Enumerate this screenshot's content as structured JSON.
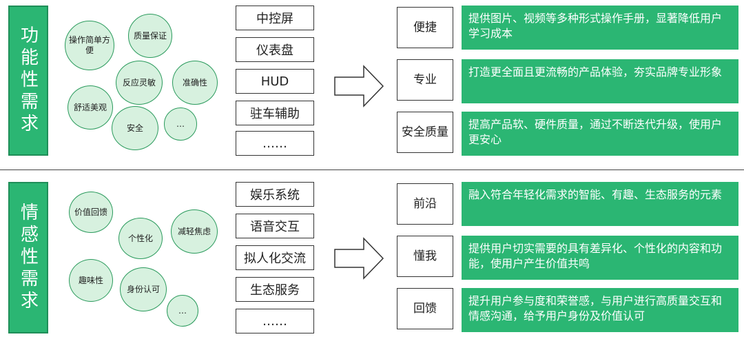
{
  "sections": [
    {
      "label": "功能性需求",
      "bubbles": [
        "操作简单方便",
        "质量保证",
        "反应灵敏",
        "准确性",
        "舒适美观",
        "安全",
        "…"
      ],
      "features": [
        "中控屏",
        "仪表盘",
        "HUD",
        "驻车辅助",
        "……"
      ],
      "values": [
        {
          "title": "便捷",
          "desc": "提供图片、视频等多种形式操作手册，显著降低用户学习成本"
        },
        {
          "title": "专业",
          "desc": "打造更全面且更流畅的产品体验，夯实品牌专业形象"
        },
        {
          "title": "安全质量",
          "desc": "提高产品软、硬件质量，通过不断迭代升级，使用户更安心"
        }
      ]
    },
    {
      "label": "情感性需求",
      "bubbles": [
        "价值回馈",
        "个性化",
        "减轻焦虑",
        "趣味性",
        "身份认可",
        "…"
      ],
      "features": [
        "娱乐系统",
        "语音交互",
        "拟人化交流",
        "生态服务",
        "……"
      ],
      "values": [
        {
          "title": "前沿",
          "desc": "融入符合年轻化需求的智能、有趣、生态服务的元素"
        },
        {
          "title": "懂我",
          "desc": "提供用户切实需要的具有差异化、个性化的内容和功能，使用户产生价值共鸣"
        },
        {
          "title": "回馈",
          "desc": "提升用户参与度和荣誉感，与用户进行高质量交互和情感沟通，给予用户身份及价值认可"
        }
      ]
    }
  ]
}
